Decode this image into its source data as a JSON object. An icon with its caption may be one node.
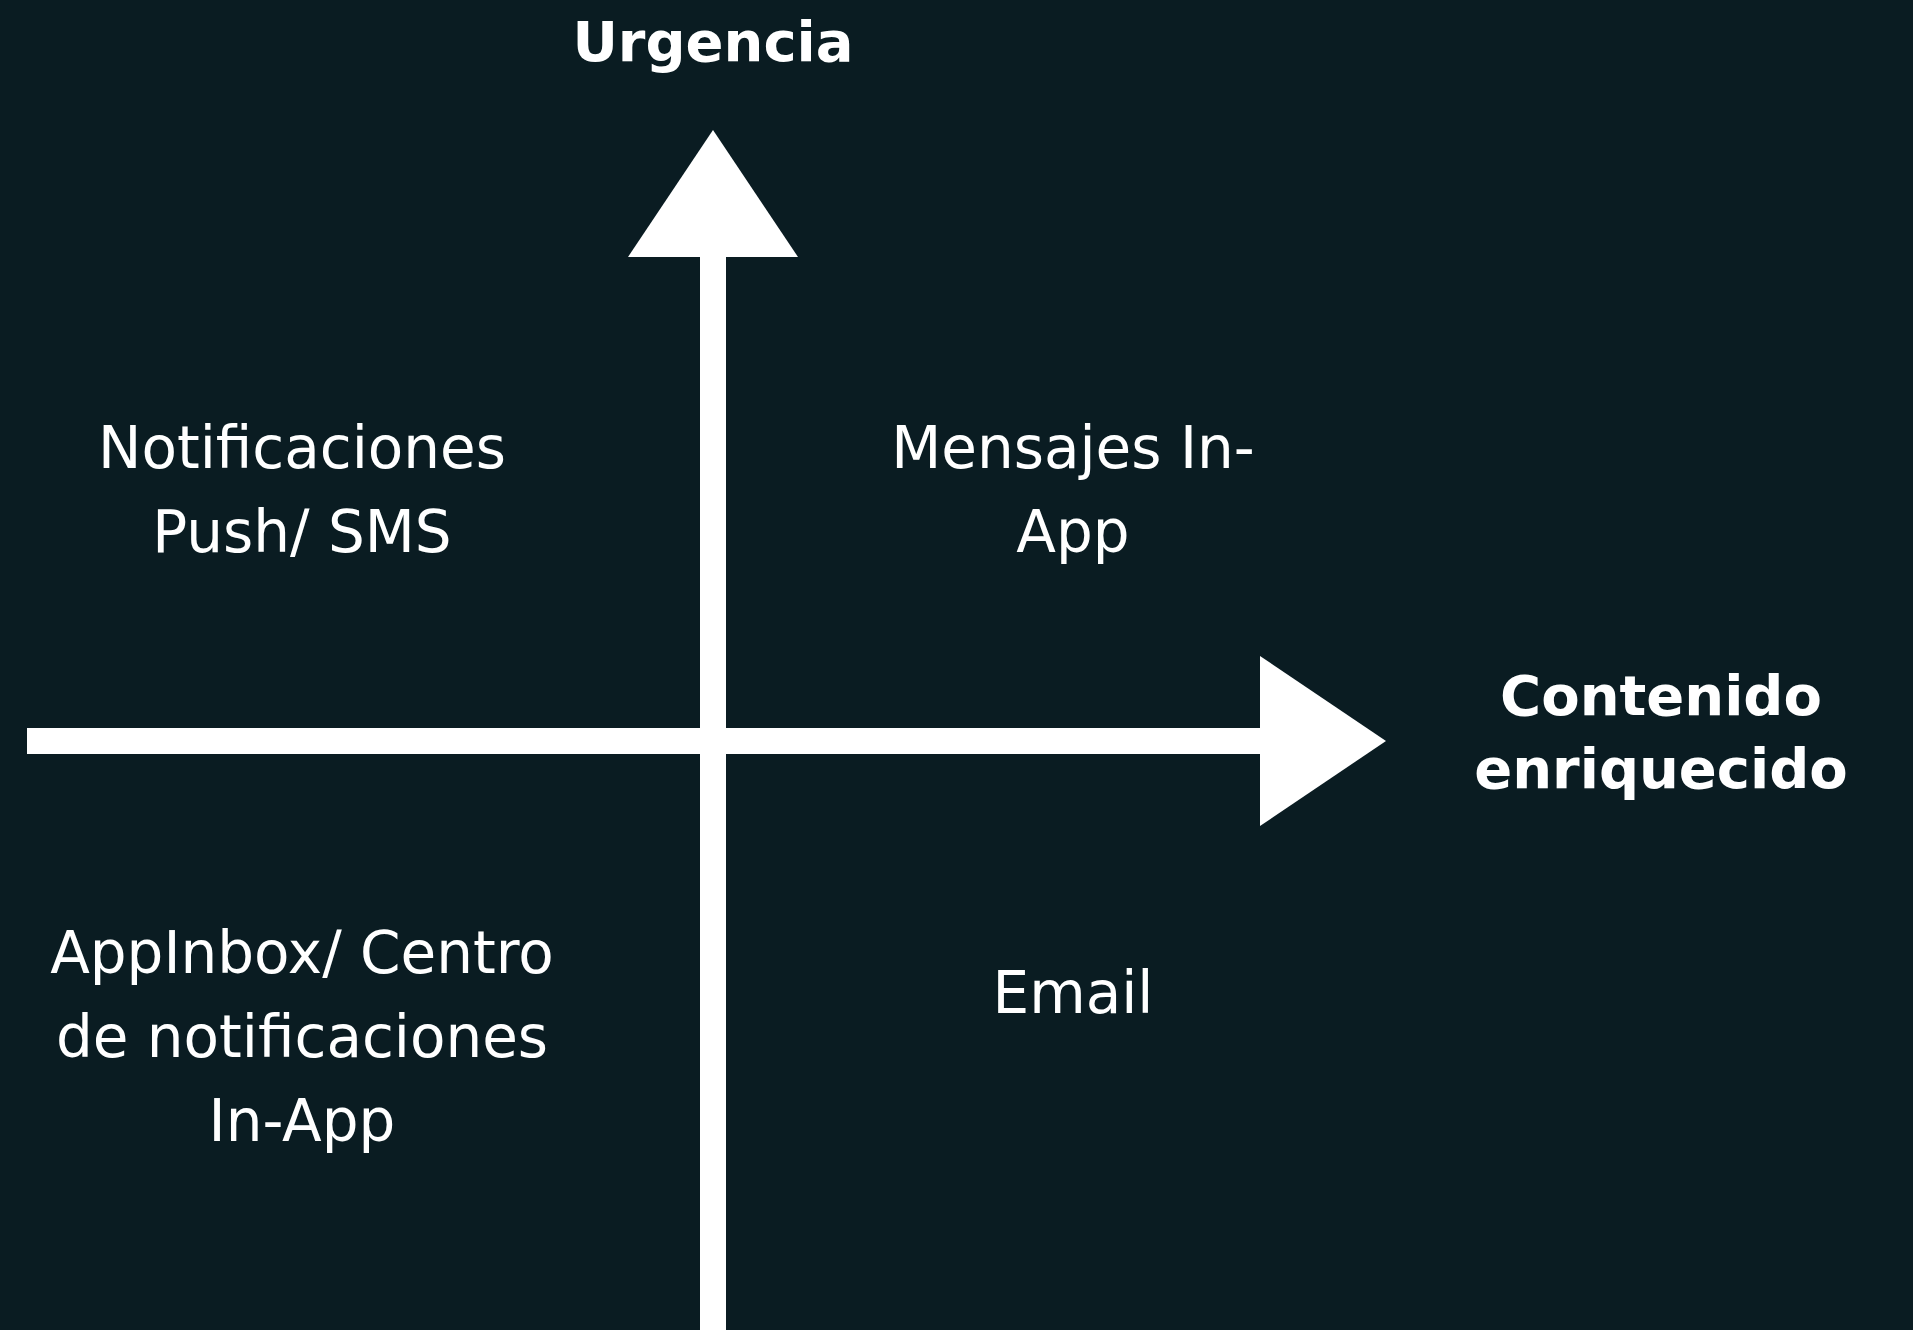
{
  "diagram": {
    "labels": [
      "Urgencia",
      "Notificaciones Push/ SMS",
      "Mensajes In-App",
      "Contenido enriquecido",
      "AppInbox/ Centro de notificaciones In-App",
      "Email"
    ]
  }
}
